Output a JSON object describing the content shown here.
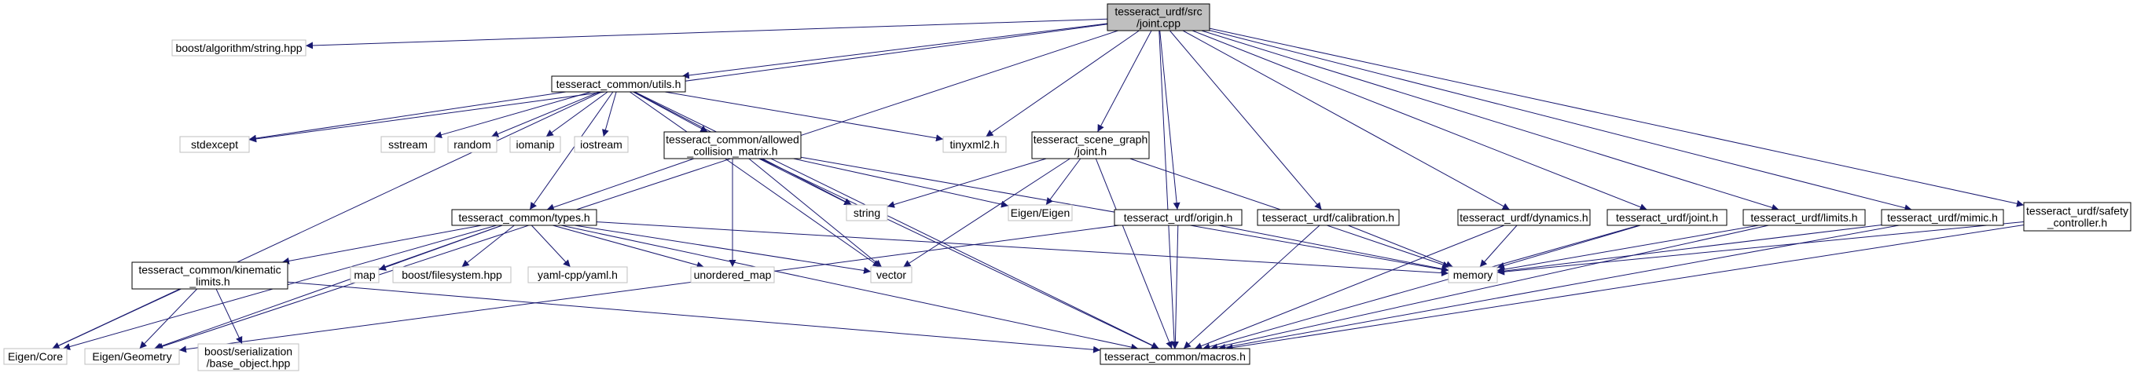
{
  "colors": {
    "edge": "#191970",
    "node_border_defined": "#000000",
    "node_border_external": "#bfbfbf",
    "root_fill": "#bfbfbf",
    "node_fill": "#ffffff"
  },
  "nodes": [
    {
      "id": "root",
      "lines": [
        "tesseract_urdf/src",
        "/joint.cpp"
      ],
      "kind": "root"
    },
    {
      "id": "boost_string",
      "lines": [
        "boost/algorithm/string.hpp"
      ],
      "kind": "external"
    },
    {
      "id": "utils",
      "lines": [
        "tesseract_common/utils.h"
      ],
      "kind": "defined"
    },
    {
      "id": "stdexcept",
      "lines": [
        "stdexcept"
      ],
      "kind": "external"
    },
    {
      "id": "sstream",
      "lines": [
        "sstream"
      ],
      "kind": "external"
    },
    {
      "id": "random",
      "lines": [
        "random"
      ],
      "kind": "external"
    },
    {
      "id": "iomanip",
      "lines": [
        "iomanip"
      ],
      "kind": "external"
    },
    {
      "id": "iostream",
      "lines": [
        "iostream"
      ],
      "kind": "external"
    },
    {
      "id": "acm",
      "lines": [
        "tesseract_common/allowed",
        "_collision_matrix.h"
      ],
      "kind": "defined"
    },
    {
      "id": "tinyxml2",
      "lines": [
        "tinyxml2.h"
      ],
      "kind": "external"
    },
    {
      "id": "sg_joint",
      "lines": [
        "tesseract_scene_graph",
        "/joint.h"
      ],
      "kind": "defined"
    },
    {
      "id": "string",
      "lines": [
        "string"
      ],
      "kind": "external"
    },
    {
      "id": "eigen",
      "lines": [
        "Eigen/Eigen"
      ],
      "kind": "external"
    },
    {
      "id": "types",
      "lines": [
        "tesseract_common/types.h"
      ],
      "kind": "defined"
    },
    {
      "id": "origin",
      "lines": [
        "tesseract_urdf/origin.h"
      ],
      "kind": "defined"
    },
    {
      "id": "calibration",
      "lines": [
        "tesseract_urdf/calibration.h"
      ],
      "kind": "defined"
    },
    {
      "id": "dynamics",
      "lines": [
        "tesseract_urdf/dynamics.h"
      ],
      "kind": "defined"
    },
    {
      "id": "urdf_joint",
      "lines": [
        "tesseract_urdf/joint.h"
      ],
      "kind": "defined"
    },
    {
      "id": "limits",
      "lines": [
        "tesseract_urdf/limits.h"
      ],
      "kind": "defined"
    },
    {
      "id": "mimic",
      "lines": [
        "tesseract_urdf/mimic.h"
      ],
      "kind": "defined"
    },
    {
      "id": "safety",
      "lines": [
        "tesseract_urdf/safety",
        "_controller.h"
      ],
      "kind": "defined"
    },
    {
      "id": "kin_limits",
      "lines": [
        "tesseract_common/kinematic",
        "_limits.h"
      ],
      "kind": "defined"
    },
    {
      "id": "map",
      "lines": [
        "map"
      ],
      "kind": "external"
    },
    {
      "id": "boost_fs",
      "lines": [
        "boost/filesystem.hpp"
      ],
      "kind": "external"
    },
    {
      "id": "yaml",
      "lines": [
        "yaml-cpp/yaml.h"
      ],
      "kind": "external"
    },
    {
      "id": "unordered_map",
      "lines": [
        "unordered_map"
      ],
      "kind": "external"
    },
    {
      "id": "vector",
      "lines": [
        "vector"
      ],
      "kind": "external"
    },
    {
      "id": "memory",
      "lines": [
        "memory"
      ],
      "kind": "external"
    },
    {
      "id": "eigen_core",
      "lines": [
        "Eigen/Core"
      ],
      "kind": "external"
    },
    {
      "id": "eigen_geometry",
      "lines": [
        "Eigen/Geometry"
      ],
      "kind": "external"
    },
    {
      "id": "boost_serial",
      "lines": [
        "boost/serialization",
        "/base_object.hpp"
      ],
      "kind": "external"
    },
    {
      "id": "macros",
      "lines": [
        "tesseract_common/macros.h"
      ],
      "kind": "defined"
    }
  ],
  "edges": [
    [
      "root",
      "boost_string"
    ],
    [
      "root",
      "utils"
    ],
    [
      "root",
      "stdexcept"
    ],
    [
      "root",
      "tinyxml2"
    ],
    [
      "root",
      "sg_joint"
    ],
    [
      "root",
      "origin"
    ],
    [
      "root",
      "calibration"
    ],
    [
      "root",
      "dynamics"
    ],
    [
      "root",
      "urdf_joint"
    ],
    [
      "root",
      "limits"
    ],
    [
      "root",
      "mimic"
    ],
    [
      "root",
      "safety"
    ],
    [
      "root",
      "eigen_geometry"
    ],
    [
      "root",
      "macros"
    ],
    [
      "utils",
      "stdexcept"
    ],
    [
      "utils",
      "sstream"
    ],
    [
      "utils",
      "random"
    ],
    [
      "utils",
      "iomanip"
    ],
    [
      "utils",
      "iostream"
    ],
    [
      "utils",
      "acm"
    ],
    [
      "utils",
      "tinyxml2"
    ],
    [
      "utils",
      "string"
    ],
    [
      "utils",
      "vector"
    ],
    [
      "utils",
      "types"
    ],
    [
      "utils",
      "eigen_core"
    ],
    [
      "utils",
      "macros"
    ],
    [
      "acm",
      "string"
    ],
    [
      "acm",
      "eigen"
    ],
    [
      "acm",
      "types"
    ],
    [
      "acm",
      "unordered_map"
    ],
    [
      "acm",
      "vector"
    ],
    [
      "acm",
      "memory"
    ],
    [
      "acm",
      "macros"
    ],
    [
      "sg_joint",
      "string"
    ],
    [
      "sg_joint",
      "eigen"
    ],
    [
      "sg_joint",
      "vector"
    ],
    [
      "sg_joint",
      "memory"
    ],
    [
      "sg_joint",
      "macros"
    ],
    [
      "types",
      "kin_limits"
    ],
    [
      "types",
      "map"
    ],
    [
      "types",
      "boost_fs"
    ],
    [
      "types",
      "yaml"
    ],
    [
      "types",
      "unordered_map"
    ],
    [
      "types",
      "vector"
    ],
    [
      "types",
      "memory"
    ],
    [
      "types",
      "eigen_core"
    ],
    [
      "types",
      "eigen_geometry"
    ],
    [
      "types",
      "macros"
    ],
    [
      "kin_limits",
      "eigen_core"
    ],
    [
      "kin_limits",
      "eigen_geometry"
    ],
    [
      "kin_limits",
      "boost_serial"
    ],
    [
      "kin_limits",
      "macros"
    ],
    [
      "origin",
      "memory"
    ],
    [
      "origin",
      "eigen_geometry"
    ],
    [
      "origin",
      "macros"
    ],
    [
      "calibration",
      "memory"
    ],
    [
      "calibration",
      "macros"
    ],
    [
      "dynamics",
      "memory"
    ],
    [
      "dynamics",
      "macros"
    ],
    [
      "urdf_joint",
      "memory"
    ],
    [
      "urdf_joint",
      "macros"
    ],
    [
      "limits",
      "memory"
    ],
    [
      "limits",
      "macros"
    ],
    [
      "mimic",
      "memory"
    ],
    [
      "mimic",
      "macros"
    ],
    [
      "safety",
      "memory"
    ],
    [
      "safety",
      "macros"
    ]
  ]
}
